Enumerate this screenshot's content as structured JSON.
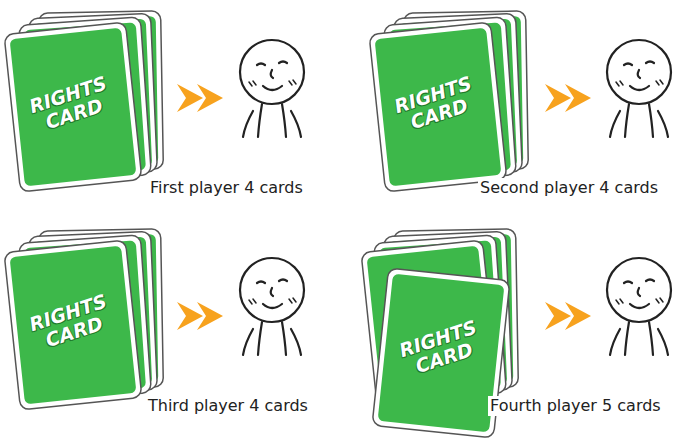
{
  "diagram": {
    "labels": [
      "First player 4 cards",
      "Second player 4 cards",
      "Third player 4 cards",
      "Fourth player 5 cards",
      "RIGHTS CARD",
      "RIGHTS CARD",
      "RIGHTS CARD",
      "RIGHTS CARD"
    ]
  }
}
